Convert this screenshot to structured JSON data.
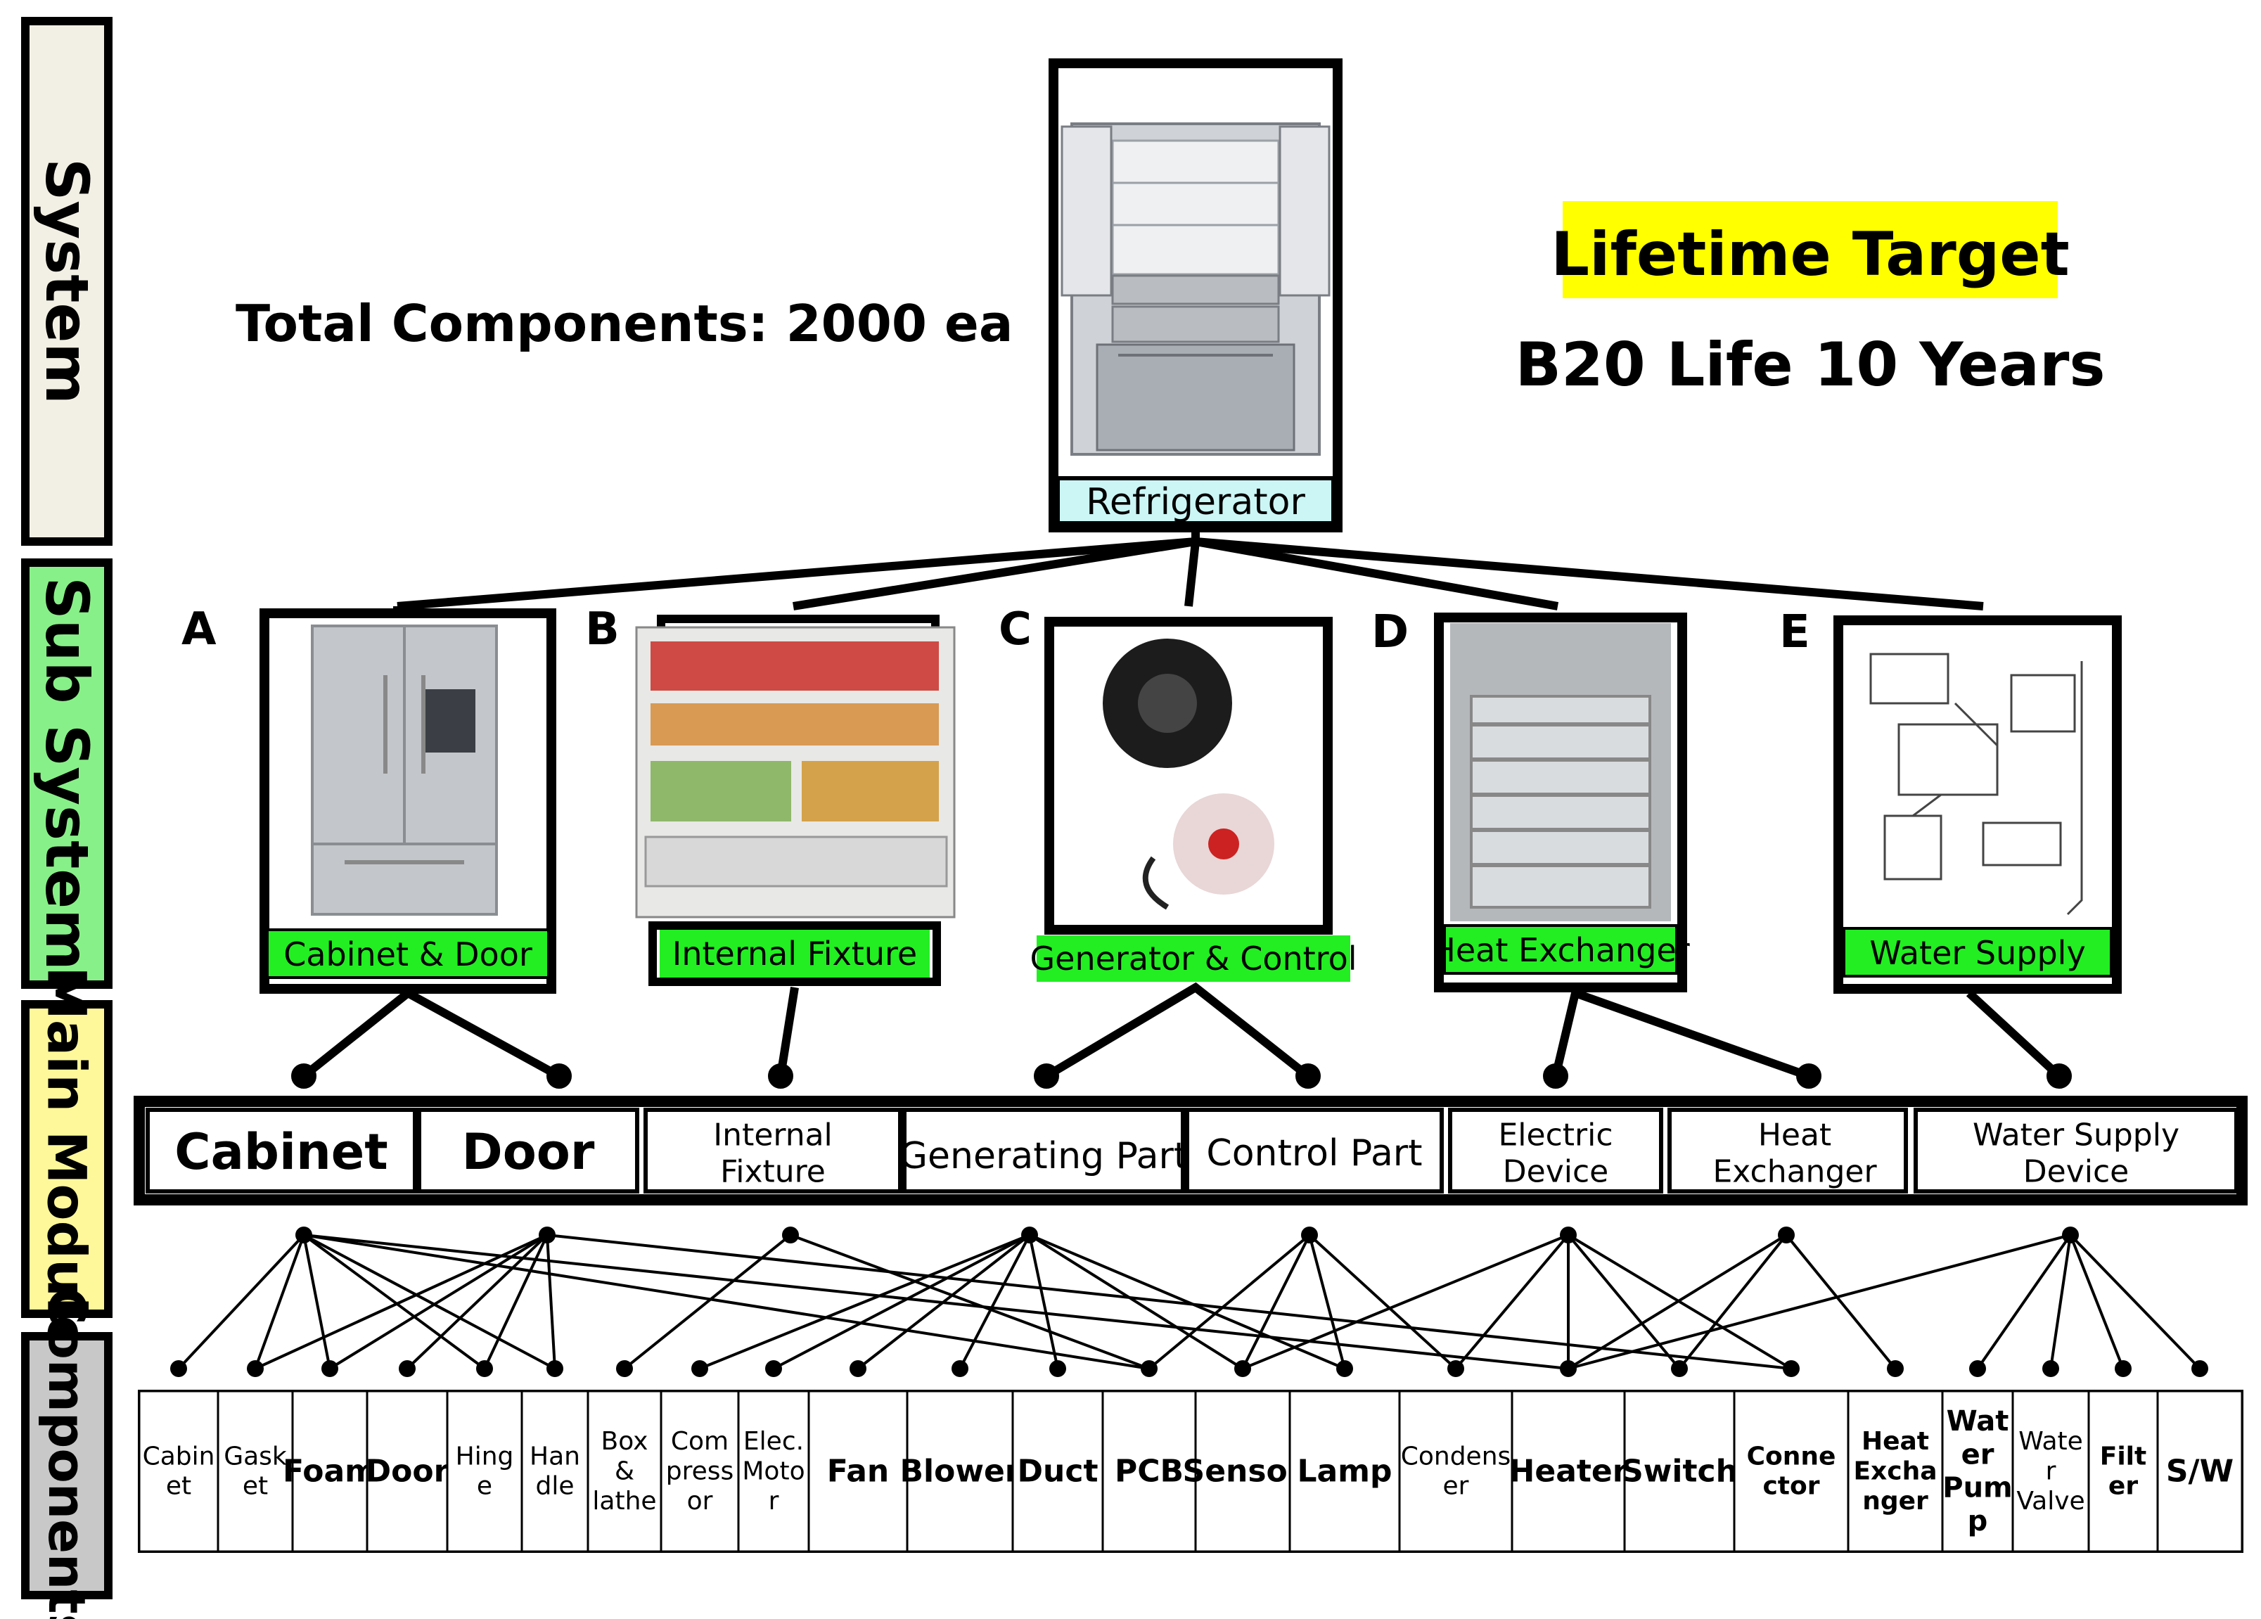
{
  "levels": {
    "system": "System",
    "subsystem": "Sub System",
    "main_module": "Main Module",
    "components": "Components"
  },
  "header": {
    "total_components": "Total Components: 2000 ea",
    "lifetime_target": "Lifetime Target",
    "b20_life": "B20 Life 10 Years"
  },
  "system": {
    "label": "Refrigerator"
  },
  "subsystems": [
    {
      "letter": "A",
      "label": "Cabinet & Door"
    },
    {
      "letter": "B",
      "label": "Internal Fixture"
    },
    {
      "letter": "C",
      "label": "Generator & Control"
    },
    {
      "letter": "D",
      "label": "Heat Exchanger"
    },
    {
      "letter": "E",
      "label": "Water Supply"
    }
  ],
  "modules": [
    {
      "lines": [
        "Cabinet"
      ]
    },
    {
      "lines": [
        "Door"
      ]
    },
    {
      "lines": [
        "Internal",
        "Fixture"
      ]
    },
    {
      "lines": [
        "Generating Part"
      ]
    },
    {
      "lines": [
        "Control Part"
      ]
    },
    {
      "lines": [
        "Electric",
        "Device"
      ]
    },
    {
      "lines": [
        "Heat",
        "Exchanger"
      ]
    },
    {
      "lines": [
        "Water Supply",
        "Device"
      ]
    }
  ],
  "components": [
    {
      "lines": [
        "Cabin",
        "et"
      ]
    },
    {
      "lines": [
        "Gask",
        "et"
      ]
    },
    {
      "lines": [
        "Foam"
      ]
    },
    {
      "lines": [
        "Door"
      ]
    },
    {
      "lines": [
        "Hing",
        "e"
      ]
    },
    {
      "lines": [
        "Han",
        "dle"
      ]
    },
    {
      "lines": [
        "Box",
        "&",
        "lathe"
      ]
    },
    {
      "lines": [
        "Com",
        "press",
        "or"
      ]
    },
    {
      "lines": [
        "Elec.",
        "Moto",
        "r"
      ]
    },
    {
      "lines": [
        "Fan"
      ]
    },
    {
      "lines": [
        "Blower"
      ]
    },
    {
      "lines": [
        "Duct"
      ]
    },
    {
      "lines": [
        "PCB"
      ]
    },
    {
      "lines": [
        "Sensor"
      ]
    },
    {
      "lines": [
        "Lamp"
      ]
    },
    {
      "lines": [
        "Condens",
        "er"
      ]
    },
    {
      "lines": [
        "Heater"
      ]
    },
    {
      "lines": [
        "Switch"
      ]
    },
    {
      "lines": [
        "Conne",
        "ctor"
      ]
    },
    {
      "lines": [
        "Heat",
        "Excha",
        "nger"
      ]
    },
    {
      "lines": [
        "Wat",
        "er",
        "Pum",
        "p"
      ]
    },
    {
      "lines": [
        "Wate",
        "r",
        "Valve"
      ]
    },
    {
      "lines": [
        "Filt",
        "er"
      ]
    },
    {
      "lines": [
        "S/W"
      ]
    }
  ],
  "module_component_links": [
    [
      0,
      0
    ],
    [
      0,
      1
    ],
    [
      0,
      2
    ],
    [
      0,
      4
    ],
    [
      0,
      5
    ],
    [
      0,
      12
    ],
    [
      0,
      16
    ],
    [
      1,
      1
    ],
    [
      1,
      2
    ],
    [
      1,
      3
    ],
    [
      1,
      4
    ],
    [
      1,
      5
    ],
    [
      1,
      18
    ],
    [
      2,
      6
    ],
    [
      2,
      12
    ],
    [
      3,
      7
    ],
    [
      3,
      8
    ],
    [
      3,
      9
    ],
    [
      3,
      10
    ],
    [
      3,
      11
    ],
    [
      3,
      13
    ],
    [
      3,
      14
    ],
    [
      4,
      12
    ],
    [
      4,
      13
    ],
    [
      4,
      14
    ],
    [
      4,
      15
    ],
    [
      5,
      13
    ],
    [
      5,
      15
    ],
    [
      5,
      16
    ],
    [
      5,
      17
    ],
    [
      5,
      18
    ],
    [
      6,
      16
    ],
    [
      6,
      17
    ],
    [
      6,
      19
    ],
    [
      7,
      16
    ],
    [
      7,
      20
    ],
    [
      7,
      21
    ],
    [
      7,
      22
    ],
    [
      7,
      23
    ]
  ],
  "colors": {
    "subsystem_label_bg": "#22ee22",
    "system_label_bg": "#ccf6f6",
    "lifetime_bg": "#ffff00",
    "system_band": "#f2f0e4",
    "subsystem_band": "#88f088",
    "module_band": "#fff89a",
    "components_band": "#c8c8c8"
  }
}
